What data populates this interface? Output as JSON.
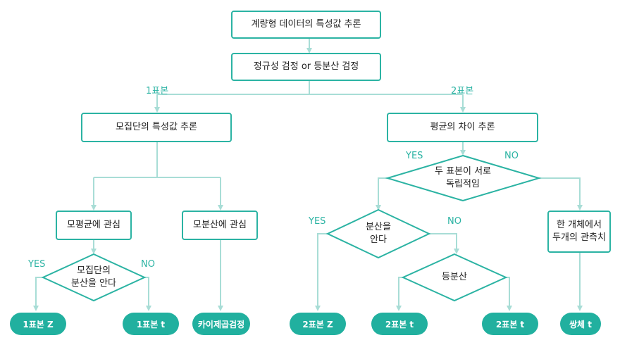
{
  "nodes": {
    "root": "계량형 데이터의 특성값 추론",
    "normality": "정규성 검정 or 등분산 검정",
    "one_sample": "모집단의 특성값 추론",
    "two_sample": "평균의 차이 추론",
    "pop_mean": "모평균에 관심",
    "pop_var": "모분산에 관심",
    "know_var_1": "모집단의\n분산을 안다",
    "independent": "두 표본이 서로\n독립적임",
    "know_var_2": "분산을\n안다",
    "equal_var": "등분산",
    "paired": "한 개체에서\n두개의 관측치"
  },
  "results": {
    "z1": "1표본 Z",
    "t1": "1표본 t",
    "chi": "카이제곱검정",
    "z2": "2표본 Z",
    "t2a": "2표본 t",
    "t2b": "2표본 t",
    "paired_t": "쌍체 t"
  },
  "edge_labels": {
    "one_sample": "1표본",
    "two_sample": "2표본",
    "yes": "YES",
    "no": "NO"
  },
  "colors": {
    "accent": "#2bb3a3",
    "pill": "#21b09f",
    "line": "#a8ddd6"
  }
}
